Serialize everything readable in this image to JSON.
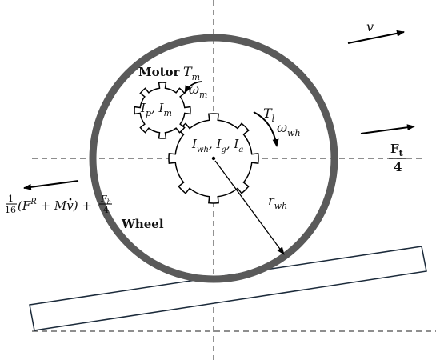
{
  "colors": {
    "rim": "#5a5a5a",
    "ink": "#000000",
    "dash": "#4a4a4a",
    "background": "#ffffff"
  },
  "labels": {
    "velocity": "v",
    "motor_title": "Motor",
    "motor_torque_main": "T",
    "motor_torque_sub": "m",
    "motor_speed_main": "ω",
    "motor_speed_sub": "m",
    "pinion_inertia_a_main": "I",
    "pinion_inertia_a_sub": "p",
    "pinion_sep": ", ",
    "pinion_inertia_b_main": "I",
    "pinion_inertia_b_sub": "m",
    "load_torque_main": "T",
    "load_torque_sub": "l",
    "wheel_speed_main": "ω",
    "wheel_speed_sub": "wh",
    "wheel_inertia_a_main": "I",
    "wheel_inertia_a_sub": "wh",
    "wheel_inertia_b_main": "I",
    "wheel_inertia_b_sub": "g",
    "wheel_inertia_c_main": "I",
    "wheel_inertia_c_sub": "a",
    "wheel_sep": ", ",
    "traction_num_main": "F",
    "traction_num_sub": "t",
    "traction_den": "4",
    "radius_main": "r",
    "radius_sub": "wh",
    "wheel_title": "Wheel",
    "resist_coef_num": "1",
    "resist_coef_den": "16",
    "resist_body_open": "(F",
    "resist_body_sup": "R",
    "resist_body_mid": " + M",
    "resist_body_vdot": "v",
    "resist_body_close": ") +",
    "resist_fb_main": "F",
    "resist_fb_sub": "b",
    "resist_fb_den": "4"
  }
}
